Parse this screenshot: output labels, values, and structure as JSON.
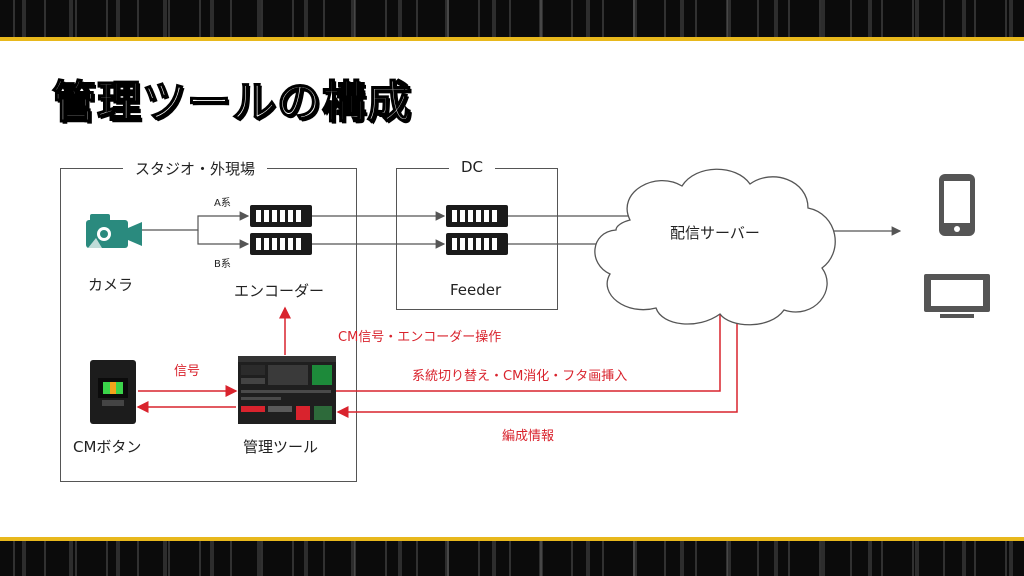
{
  "slide": {
    "title": "管理ツールの構成",
    "colors": {
      "band": "#0b0b0b",
      "accent_gold": "#e8b81c",
      "signal_red": "#d9232d",
      "line_gray": "#555555"
    }
  },
  "groups": {
    "studio": "スタジオ・外現場",
    "dc": "DC"
  },
  "nodes": {
    "camera": {
      "label": "カメラ",
      "icon": "video-camera-icon"
    },
    "encoder": {
      "label": "エンコーダー",
      "icon": "rack-server-icon"
    },
    "feeder": {
      "label": "Feeder",
      "icon": "rack-server-icon"
    },
    "server": {
      "label": "配信サーバー",
      "icon": "cloud-icon"
    },
    "cm_button": {
      "label": "CMボタン",
      "icon": "hardware-button-icon"
    },
    "tool": {
      "label": "管理ツール",
      "icon": "tool-screenshot-icon"
    },
    "smartphone": {
      "icon": "smartphone-icon"
    },
    "tv": {
      "icon": "tv-monitor-icon"
    }
  },
  "routes": {
    "a": "A系",
    "b": "B系"
  },
  "signals": {
    "cm_signal": "信号",
    "encoder_control": "CM信号・エンコーダー操作",
    "switch_control": "系統切り替え・CM消化・フタ画挿入",
    "schedule": "編成情報"
  }
}
